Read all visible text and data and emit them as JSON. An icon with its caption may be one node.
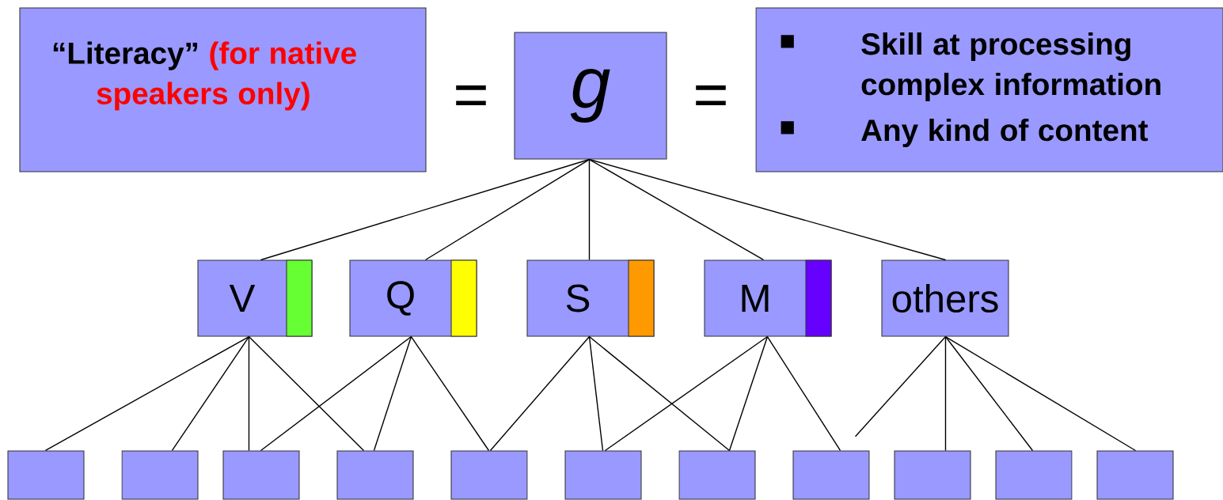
{
  "diagram": {
    "nodes": [
      {
        "text": [
          "“Literacy”",
          "(for native speakers only)"
        ]
      },
      {
        "text": [
          "g"
        ]
      },
      {
        "text": [
          "Skill at processing complex information",
          "Any kind of content"
        ]
      },
      {
        "text": [
          "V"
        ]
      },
      {
        "text": [
          "Q"
        ]
      },
      {
        "text": [
          "S"
        ]
      },
      {
        "text": [
          "M"
        ]
      },
      {
        "text": [
          "others"
        ]
      },
      {
        "text": [],
        "shape": "box"
      },
      {
        "text": [],
        "shape": "box"
      },
      {
        "text": [],
        "shape": "box"
      },
      {
        "text": [],
        "shape": "box"
      },
      {
        "text": [],
        "shape": "box"
      },
      {
        "text": [],
        "shape": "box"
      },
      {
        "text": [],
        "shape": "box"
      },
      {
        "text": [],
        "shape": "box"
      },
      {
        "text": [],
        "shape": "box"
      },
      {
        "text": [],
        "shape": "box"
      },
      {
        "text": [],
        "shape": "box"
      }
    ],
    "edges": [
      {
        "from": 1,
        "to": 3,
        "arrow": "none"
      },
      {
        "from": 1,
        "to": 4,
        "arrow": "none"
      },
      {
        "from": 1,
        "to": 5,
        "arrow": "none"
      },
      {
        "from": 1,
        "to": 6,
        "arrow": "none"
      },
      {
        "from": 1,
        "to": 7,
        "arrow": "none"
      },
      {
        "from": 3,
        "to": 8,
        "arrow": "none"
      },
      {
        "from": 3,
        "to": 9,
        "arrow": "none"
      },
      {
        "from": 3,
        "to": 10,
        "arrow": "none"
      },
      {
        "from": 3,
        "to": 11,
        "arrow": "none"
      },
      {
        "from": 4,
        "to": 10,
        "arrow": "none"
      },
      {
        "from": 4,
        "to": 11,
        "arrow": "none"
      },
      {
        "from": 4,
        "to": 12,
        "arrow": "none"
      },
      {
        "from": 5,
        "to": 12,
        "arrow": "none"
      },
      {
        "from": 5,
        "to": 13,
        "arrow": "none"
      },
      {
        "from": 5,
        "to": 14,
        "arrow": "none"
      },
      {
        "from": 6,
        "to": 13,
        "arrow": "none"
      },
      {
        "from": 6,
        "to": 14,
        "arrow": "none"
      },
      {
        "from": 6,
        "to": 15,
        "arrow": "none"
      },
      {
        "from": 7,
        "to": 15,
        "arrow": "none"
      },
      {
        "from": 7,
        "to": 16,
        "arrow": "none"
      },
      {
        "from": 7,
        "to": 17,
        "arrow": "none"
      },
      {
        "from": 7,
        "to": 18,
        "arrow": "none"
      }
    ],
    "labels": [
      "=",
      "="
    ]
  }
}
